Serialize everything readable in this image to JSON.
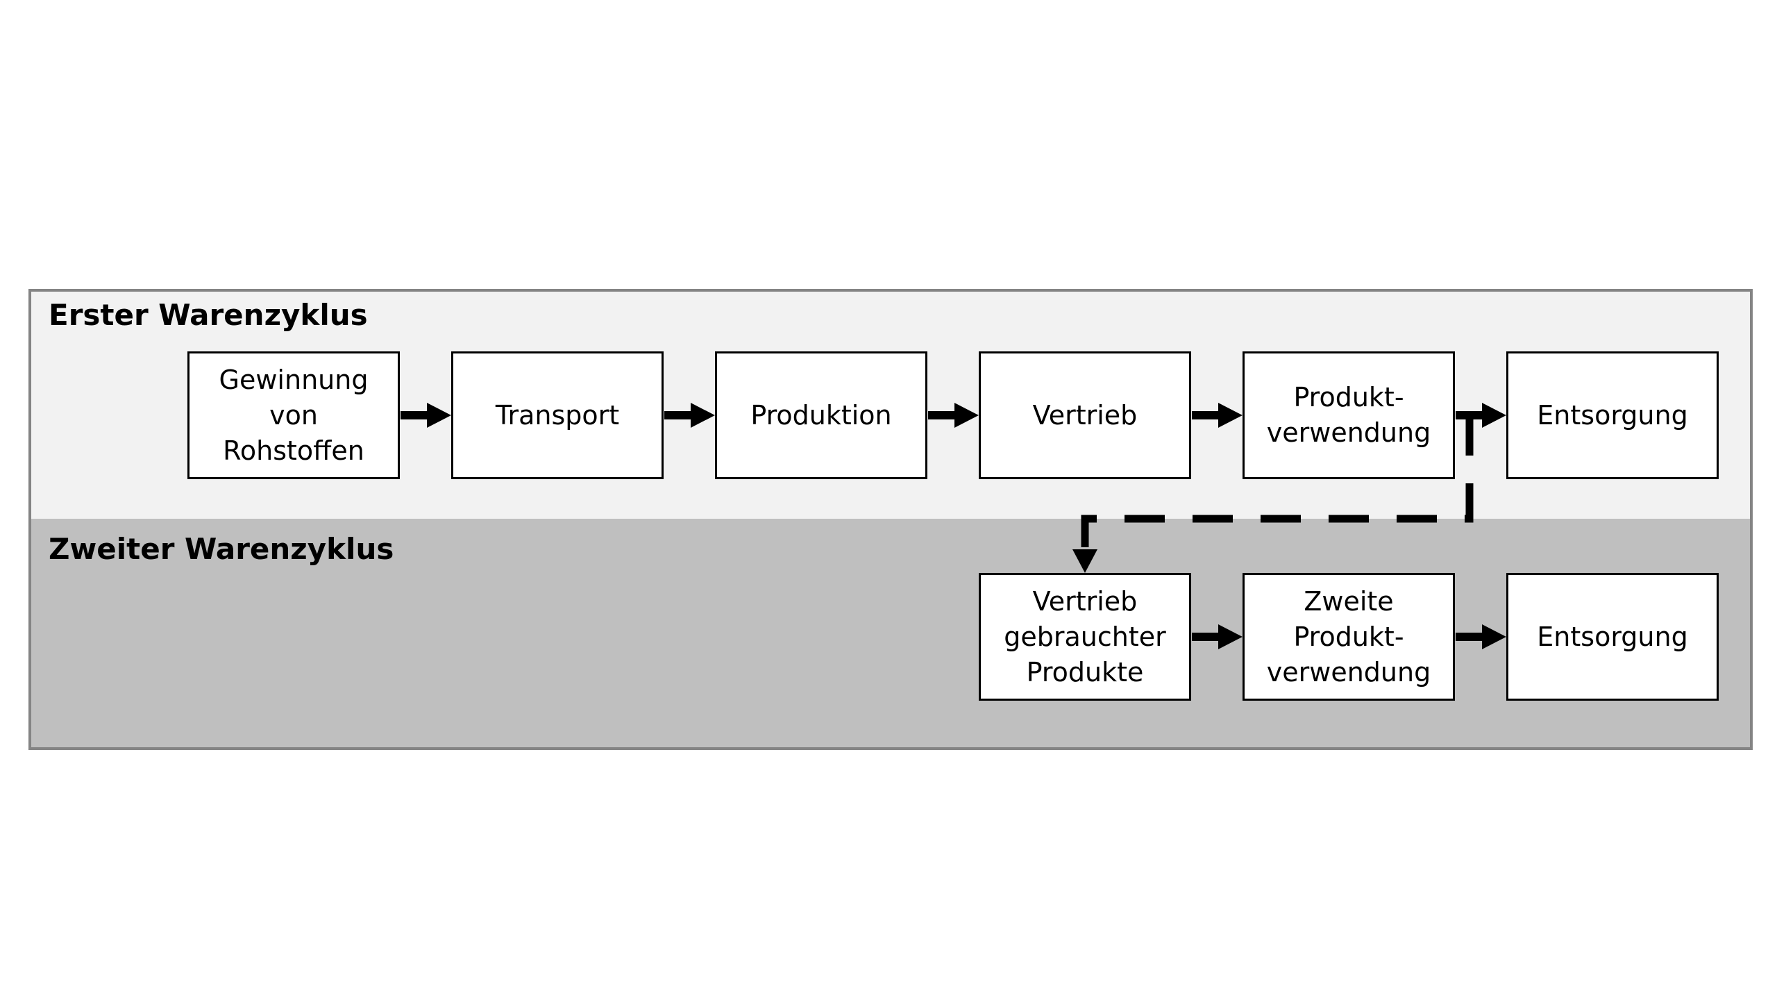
{
  "colors": {
    "first_cycle_background": "#f2f2f2",
    "second_cycle_background": "#bfbfbf",
    "frame_border": "#848484",
    "box_fill": "#ffffff",
    "line": "#000000"
  },
  "first_cycle": {
    "title": "Erster Warenzyklus",
    "steps": [
      {
        "label": "Gewinnung\nvon\nRohstoffen"
      },
      {
        "label": "Transport"
      },
      {
        "label": "Produktion"
      },
      {
        "label": "Vertrieb"
      },
      {
        "label": "Produkt-\nverwendung"
      },
      {
        "label": "Entsorgung"
      }
    ]
  },
  "second_cycle": {
    "title": "Zweiter Warenzyklus",
    "steps": [
      {
        "label": "Vertrieb\ngebrauchter\nProdukte"
      },
      {
        "label": "Zweite\nProdukt-\nverwendung"
      },
      {
        "label": "Entsorgung"
      }
    ]
  },
  "connections": [
    {
      "from": "Gewinnung von Rohstoffen",
      "to": "Transport",
      "style": "solid"
    },
    {
      "from": "Transport",
      "to": "Produktion",
      "style": "solid"
    },
    {
      "from": "Produktion",
      "to": "Vertrieb",
      "style": "solid"
    },
    {
      "from": "Vertrieb",
      "to": "Produktverwendung",
      "style": "solid"
    },
    {
      "from": "Produktverwendung",
      "to": "Entsorgung",
      "style": "solid"
    },
    {
      "from": "Produktverwendung",
      "to": "Vertrieb gebrauchter Produkte",
      "style": "dashed"
    },
    {
      "from": "Vertrieb gebrauchter Produkte",
      "to": "Zweite Produktverwendung",
      "style": "solid"
    },
    {
      "from": "Zweite Produktverwendung",
      "to": "Entsorgung",
      "style": "solid"
    }
  ]
}
